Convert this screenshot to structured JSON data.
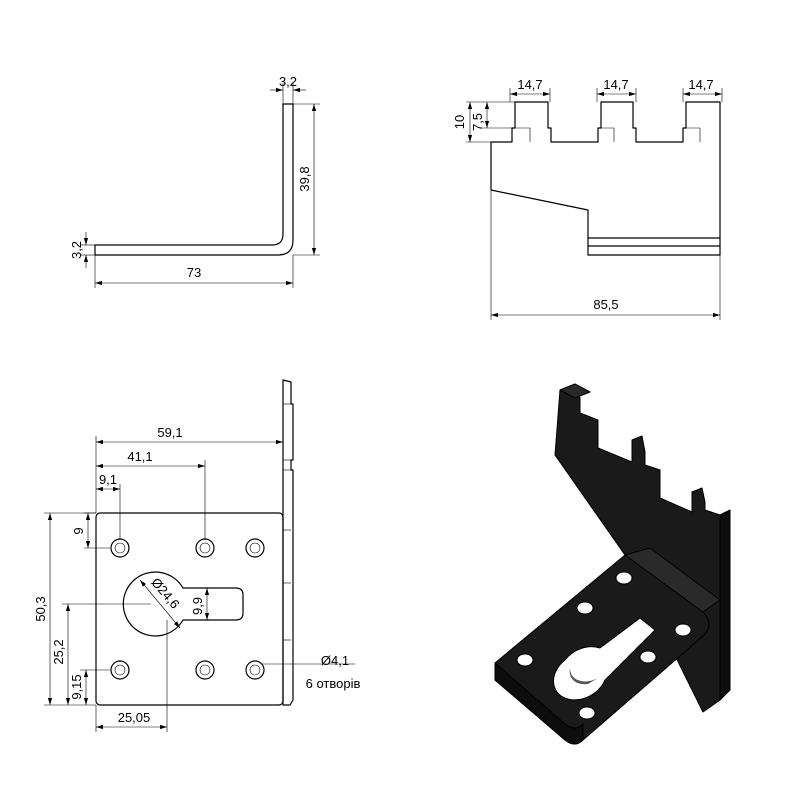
{
  "views": {
    "side": {
      "dims": {
        "thickness_top": "3,2",
        "height": "39,8",
        "thickness_left": "3,2",
        "length": "73"
      }
    },
    "top": {
      "dims": {
        "tab1": "14,7",
        "tab2": "14,7",
        "tab3": "14,7",
        "depth_outer": "10",
        "depth_inner": "7,5",
        "width": "85,5"
      }
    },
    "front": {
      "dims": {
        "w591": "59,1",
        "w411": "41,1",
        "w91": "9,1",
        "h9": "9",
        "h503": "50,3",
        "h252": "25,2",
        "h915": "9,15",
        "w2505": "25,05",
        "diameter_large": "Ø24,6",
        "slot_width": "9,9",
        "hole_diameter": "Ø4,1",
        "hole_count": "6 отворів"
      }
    }
  }
}
